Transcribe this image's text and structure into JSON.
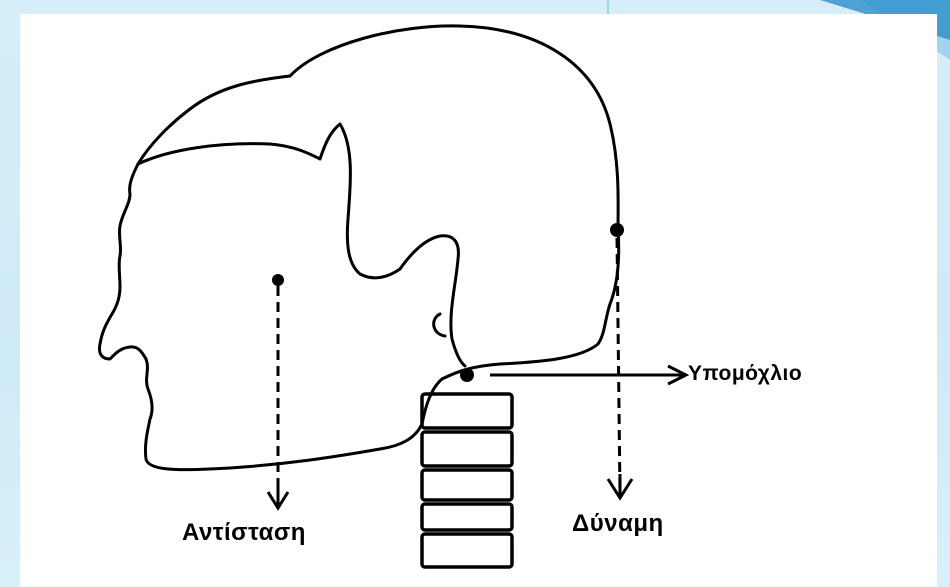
{
  "diagram": {
    "labels": {
      "fulcrum": "Υπομόχλιο",
      "resistance": "Αντίσταση",
      "force": "Δύναμη"
    },
    "colors": {
      "ink": "#000000",
      "panel": "#ffffff",
      "background": "#d6eef9",
      "accent_blue": "#2a8fc9"
    }
  }
}
